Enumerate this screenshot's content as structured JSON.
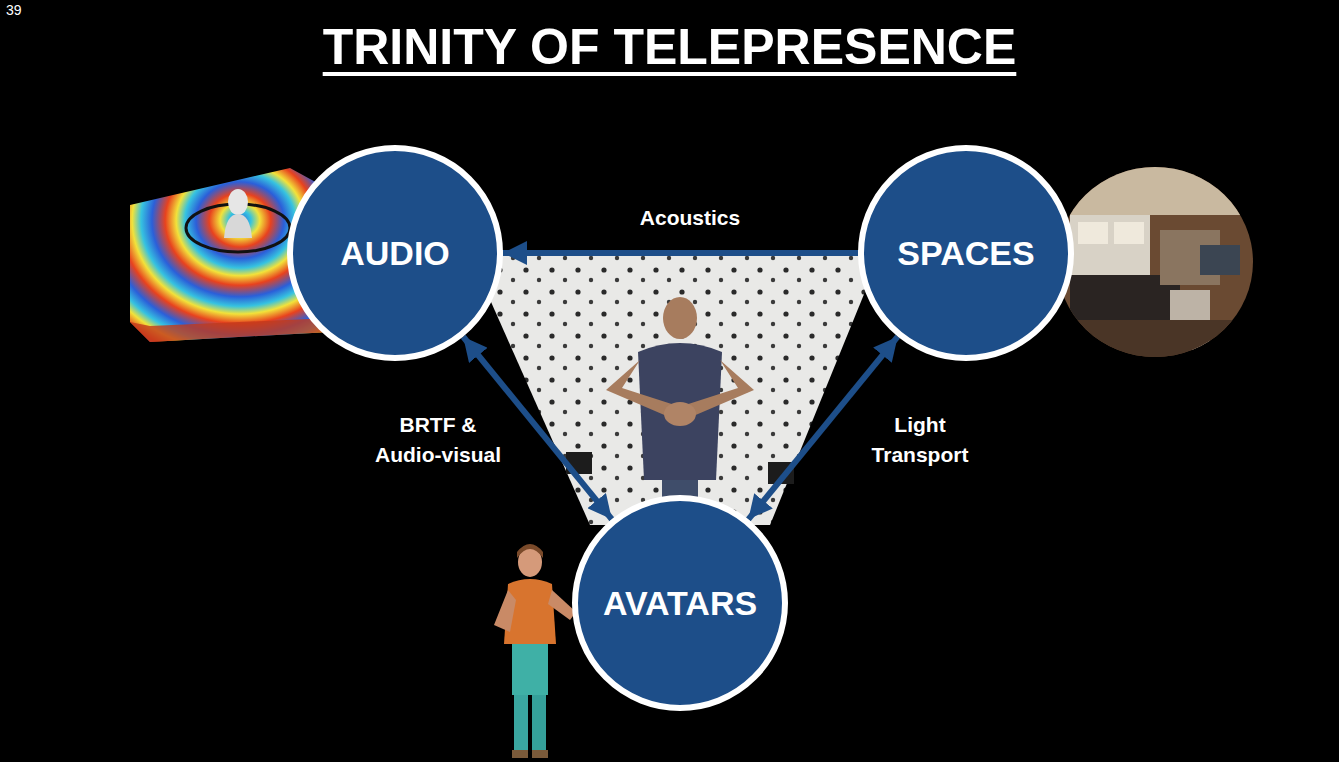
{
  "diagram": {
    "title": "TRINITY OF TELEPRESENCE",
    "nodes": [
      {
        "text": [
          "AUDIO"
        ]
      },
      {
        "text": [
          "SPACES"
        ]
      },
      {
        "text": [
          "AVATARS"
        ]
      }
    ],
    "edges": [
      {
        "from": 1,
        "to": 0,
        "label": "Acoustics",
        "arrow": "to"
      },
      {
        "from": 0,
        "to": 2,
        "label": "BRTF & Audio-visual",
        "arrow": "both"
      },
      {
        "from": 1,
        "to": 2,
        "label": "Light Transport",
        "arrow": "both"
      }
    ],
    "labels": [
      "39"
    ]
  }
}
